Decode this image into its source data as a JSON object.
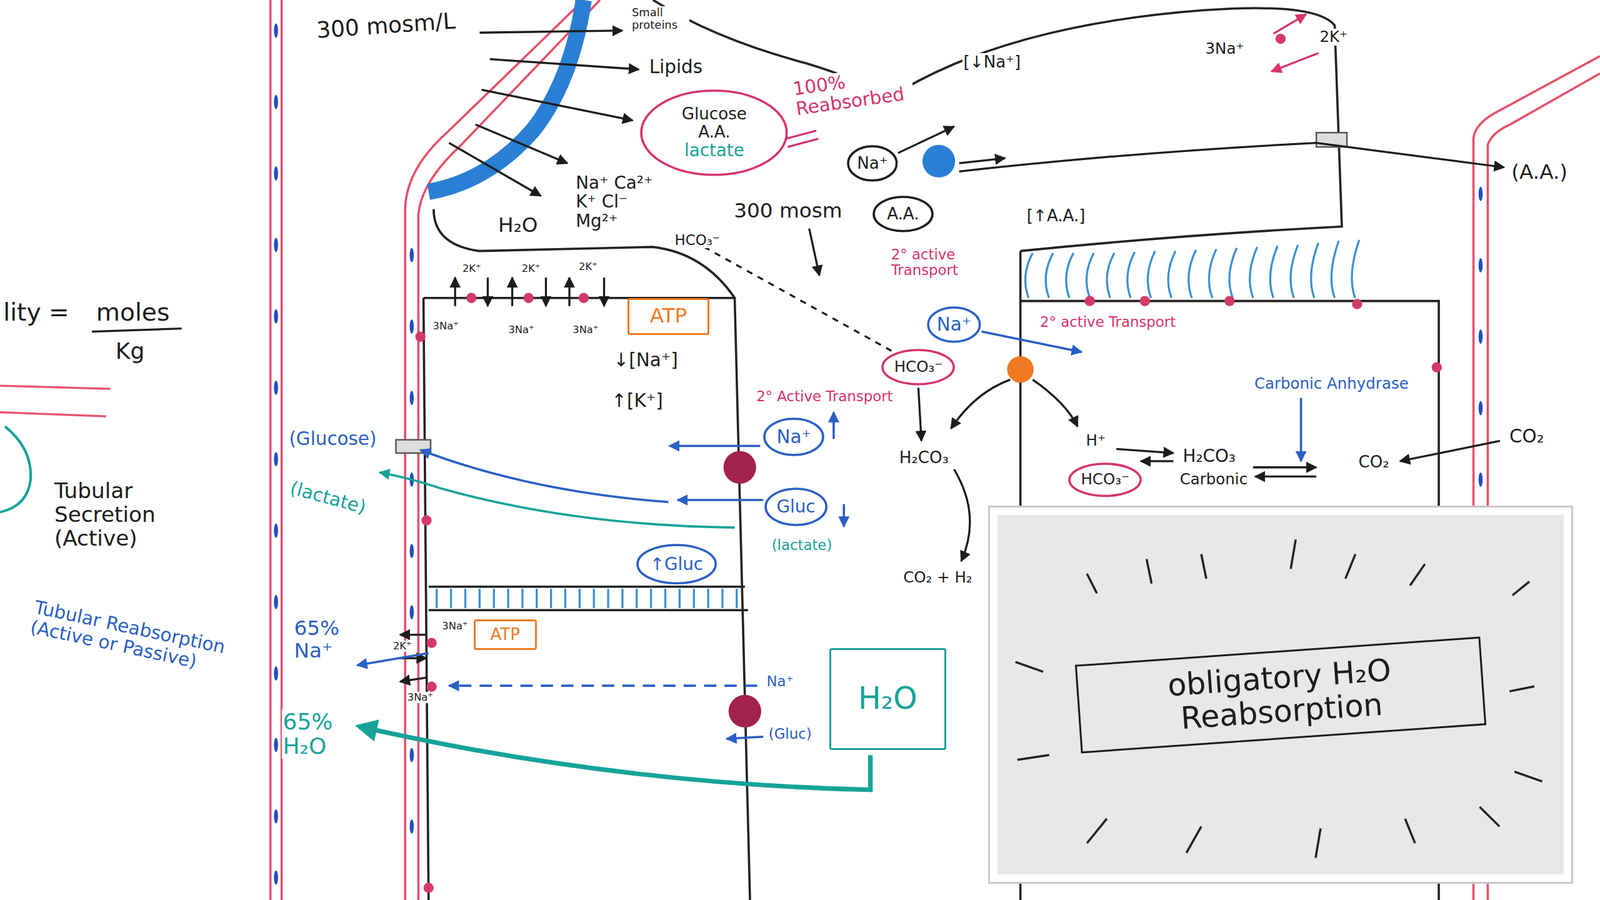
{
  "diagram": {
    "nodes": [
      {
        "text": [
          "Glucose A.A.",
          "lactate"
        ]
      },
      {
        "text": [
          "Na⁺"
        ]
      },
      {
        "text": [
          "A.A."
        ]
      },
      {
        "text": [
          "ATP"
        ]
      },
      {
        "text": [
          "Na⁺"
        ]
      },
      {
        "text": [
          "HCO₃⁻"
        ]
      },
      {
        "text": [
          "Na⁺"
        ]
      },
      {
        "text": [
          "Gluc"
        ]
      },
      {
        "text": [
          "↑Gluc"
        ]
      },
      {
        "text": [
          "ATP"
        ]
      },
      {
        "text": [
          "H₂O"
        ]
      },
      {
        "text": [
          "HCO₃⁻"
        ]
      },
      {
        "text": [
          "obligatory H₂O Reabsorption"
        ]
      }
    ],
    "labels": [
      "lity =",
      "moles",
      "Kg",
      "300 mosm/L",
      "Small proteins",
      "Lipids",
      "100% Reabsorbed",
      "Na⁺ Ca²⁺ K⁺ Cl⁻ Mg²⁺",
      "H₂O",
      "HCO₃⁻",
      "300 mosm",
      "[↓Na⁺]",
      "3Na⁺",
      "2K⁺",
      "2° active Transport",
      "[↑A.A.]",
      "(A.A.)",
      "2° active Transport",
      "Carbonic Anhydrase",
      "CO₂",
      "H₂CO₃",
      "H⁺",
      "H₂CO₃",
      "Carbonic",
      "CO₂",
      "CO₂ + H₂",
      "Tubular Secretion (Active)",
      "Tubular Reabsorption (Active or Passive)",
      "2K⁺",
      "2K⁺",
      "2K⁺",
      "3Na⁺",
      "3Na⁺",
      "3Na⁺",
      "↓[Na⁺]",
      "↑[K⁺]",
      "2° Active Transport",
      "(Glucose)",
      "(lactate)",
      "(lactate)",
      "3Na⁺",
      "2K⁺",
      "3Na⁺",
      "65% Na⁺",
      "Na⁺",
      "(Gluc)",
      "65% H₂O"
    ]
  }
}
